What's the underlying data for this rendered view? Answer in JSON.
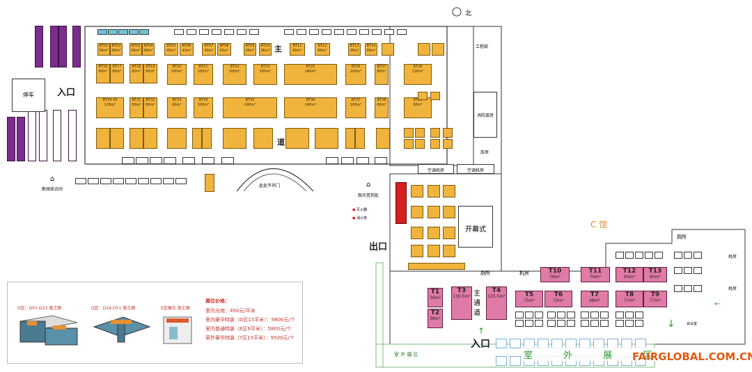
{
  "labels": {
    "entrance_main": "入口",
    "entrance_south": "入口",
    "exit": "出口",
    "north": "北",
    "parking": "停车",
    "press_center": "新闻采访间",
    "visitor_service": "观众签到处",
    "opening_ceremony": "开幕式",
    "hall_c": "C 馆",
    "fire_gate": "此处不开门",
    "main_road": "主 通 道",
    "main_road_top": "主",
    "road_word": "道",
    "outdoor_area": "室 外 展 区",
    "outdoor_small": "室 外 展 区",
    "engineering": "工程部",
    "fire_pump": "消防泵房",
    "warehouse": "库房",
    "ac_room_1": "空调机房",
    "ac_room_2": "空调机房",
    "toilet": "厕所",
    "machine_room": "机房",
    "meeting_room": "会议室",
    "fire_extinguisher": "灭火器",
    "fire_hydrant": "消火栓",
    "watermark": "FAIRGLOBAL.COM.CN"
  },
  "legend": {
    "title_d1": "D区：D01-D23 施工图",
    "title_d2": "D区：D24-D51 施工图",
    "title_e": "E区展位 施工图",
    "price_title": "展位价格：",
    "prices": [
      "室内光地：450元/平米",
      "室内豪华特装（D区15平米）：9800元/个",
      "室内普通特装（E区9平米）：5800元/个",
      "室外豪华特装（Y区15平米）：9500元/个"
    ]
  },
  "booths": [
    {
      "id": "BT01",
      "area": "36m²"
    },
    {
      "id": "BT02",
      "area": "36m²"
    },
    {
      "id": "BT03",
      "area": "36m²"
    },
    {
      "id": "BT04",
      "area": "36m²"
    },
    {
      "id": "BT05",
      "area": "43m²"
    },
    {
      "id": "BT06",
      "area": "43m²"
    },
    {
      "id": "BT07",
      "area": "43m²"
    },
    {
      "id": "BT08",
      "area": "43m²"
    },
    {
      "id": "BT09",
      "area": "36m²"
    },
    {
      "id": "BT10",
      "area": "36m²"
    },
    {
      "id": "BT11",
      "area": "60m²"
    },
    {
      "id": "BT12",
      "area": "60m²"
    },
    {
      "id": "BT13",
      "area": "36m²"
    },
    {
      "id": "BT14",
      "area": "36m²"
    },
    {
      "id": "BT16",
      "area": "60m²"
    },
    {
      "id": "BT17",
      "area": "60m²"
    },
    {
      "id": "BT18",
      "area": "60m²"
    },
    {
      "id": "BT19",
      "area": "60m²"
    },
    {
      "id": "BT20",
      "area": "100m²"
    },
    {
      "id": "BT21",
      "area": "100m²"
    },
    {
      "id": "BT22",
      "area": "100m²"
    },
    {
      "id": "BT23",
      "area": "100m²"
    },
    {
      "id": "BT25",
      "area": "240m²"
    },
    {
      "id": "BT26",
      "area": "100m²"
    },
    {
      "id": "BT27",
      "area": "60m²"
    },
    {
      "id": "BT28",
      "area": "120m²"
    },
    {
      "id": "BT29-30",
      "area": "120m²"
    },
    {
      "id": "BT31",
      "area": "60m²"
    },
    {
      "id": "BT32",
      "area": "60m²"
    },
    {
      "id": "BT33",
      "area": "60m²"
    },
    {
      "id": "BT34",
      "area": "100m²"
    },
    {
      "id": "BT35",
      "area": "240m²"
    },
    {
      "id": "BT36",
      "area": "240m²"
    },
    {
      "id": "BT37",
      "area": "100m²"
    },
    {
      "id": "BT38",
      "area": "60m²"
    },
    {
      "id": "BT39",
      "area": "60m²"
    }
  ],
  "c_booths": [
    {
      "id": "T1",
      "area": "36m²"
    },
    {
      "id": "T2",
      "area": "36m²"
    },
    {
      "id": "T3",
      "area": "130.5m²"
    },
    {
      "id": "T4",
      "area": "125.5m²"
    },
    {
      "id": "T5",
      "area": "75m²"
    },
    {
      "id": "T6",
      "area": "72m²"
    },
    {
      "id": "T7",
      "area": "48m²"
    },
    {
      "id": "T8",
      "area": "77m²"
    },
    {
      "id": "T9",
      "area": "77m²"
    },
    {
      "id": "T10",
      "area": "76m²"
    },
    {
      "id": "T11",
      "area": "76m²"
    },
    {
      "id": "T12",
      "area": "60m²"
    },
    {
      "id": "T13",
      "area": "60m²"
    }
  ],
  "colors": {
    "booth": "#f0b33c",
    "c_booth": "#e07aa6",
    "purple": "#7a2d8c",
    "red": "#d42020",
    "watermark": "#e05a10"
  }
}
